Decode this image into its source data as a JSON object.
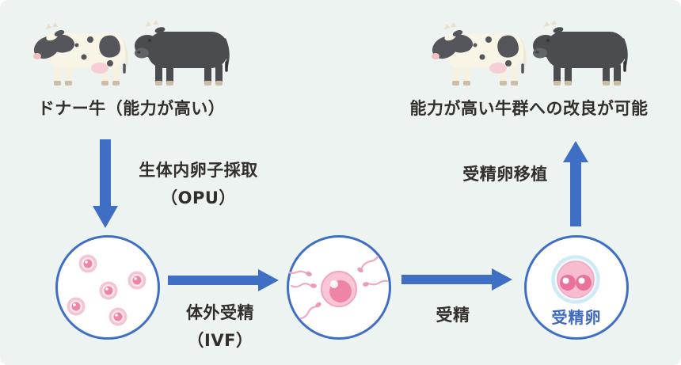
{
  "diagram": {
    "donor_label": "ドナー牛（能力が高い）",
    "result_label": "能力が高い牛群への改良が可能",
    "steps": {
      "opu": "生体内卵子採取\n（OPU）",
      "ivf": "体外受精\n（IVF）",
      "fertilization": "受精",
      "transfer": "受精卵移植"
    },
    "embryo_label": "受精卵",
    "icons": {
      "cows": [
        "holstein-cow-icon",
        "black-cow-icon"
      ],
      "circles": [
        "oocytes-icon",
        "egg-and-sperm-icon",
        "embryo-icon"
      ],
      "arrows": [
        "down-arrow-icon",
        "right-arrow-icon",
        "right-arrow-icon",
        "up-arrow-icon"
      ]
    },
    "colors": {
      "background": "#edf3f0",
      "arrow_blue": "#3f6ec5",
      "circle_border_blue": "#3f6ec5",
      "text_dark": "#322e2b",
      "embryo_text_blue": "#3f6bc0",
      "egg_pink_outer": "#f6c3d2",
      "egg_pink_inner": "#ee85a5",
      "embryo_halo_blue": "#cdeaf6",
      "holstein_cream": "#f9f5e6",
      "cattle_dark_gray": "#55565b"
    }
  }
}
